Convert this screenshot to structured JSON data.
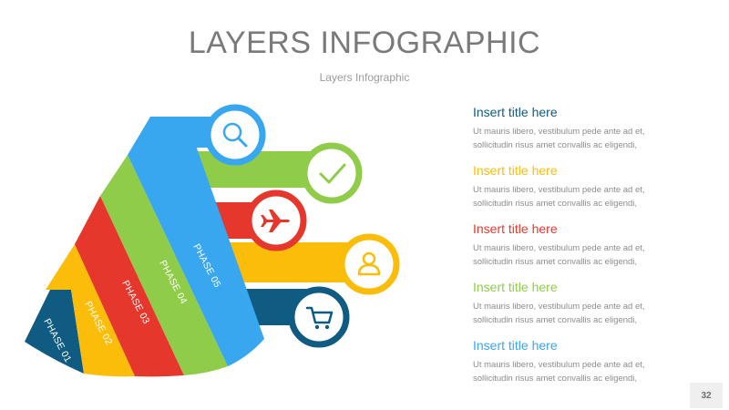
{
  "header": {
    "title": "LAYERS INFOGRAPHIC",
    "subtitle": "Layers Infographic"
  },
  "phases": [
    {
      "label": "PHASE 01",
      "color": "#0f5b82"
    },
    {
      "label": "PHASE 02",
      "color": "#fbbd0a"
    },
    {
      "label": "PHASE 03",
      "color": "#e6372d"
    },
    {
      "label": "PHASE 04",
      "color": "#8fcc4a"
    },
    {
      "label": "PHASE 05",
      "color": "#39a6f0"
    }
  ],
  "icons": [
    "search-icon",
    "check-icon",
    "airplane-icon",
    "user-icon",
    "cart-icon"
  ],
  "items": [
    {
      "title": "Insert title here",
      "color": "#0f5b82",
      "line1": "Ut mauris libero, vestibulum pede ante ad et,",
      "line2": "sollicitudin risus amet convallis ac eligendi,"
    },
    {
      "title": "Insert title here",
      "color": "#fbbd0a",
      "line1": "Ut mauris libero, vestibulum pede ante ad et,",
      "line2": "sollicitudin risus amet convallis ac eligendi,"
    },
    {
      "title": "Insert title here",
      "color": "#e6372d",
      "line1": "Ut mauris libero, vestibulum pede ante ad et,",
      "line2": "sollicitudin risus amet convallis ac eligendi,"
    },
    {
      "title": "Insert title here",
      "color": "#8fcc4a",
      "line1": "Ut mauris libero, vestibulum pede ante ad et,",
      "line2": "sollicitudin risus amet convallis ac eligendi,"
    },
    {
      "title": "Insert title here",
      "color": "#39a6f0",
      "line1": "Ut mauris libero, vestibulum pede ante ad et,",
      "line2": "sollicitudin risus amet convallis ac eligendi,"
    }
  ],
  "footer": {
    "page_number": "32"
  }
}
